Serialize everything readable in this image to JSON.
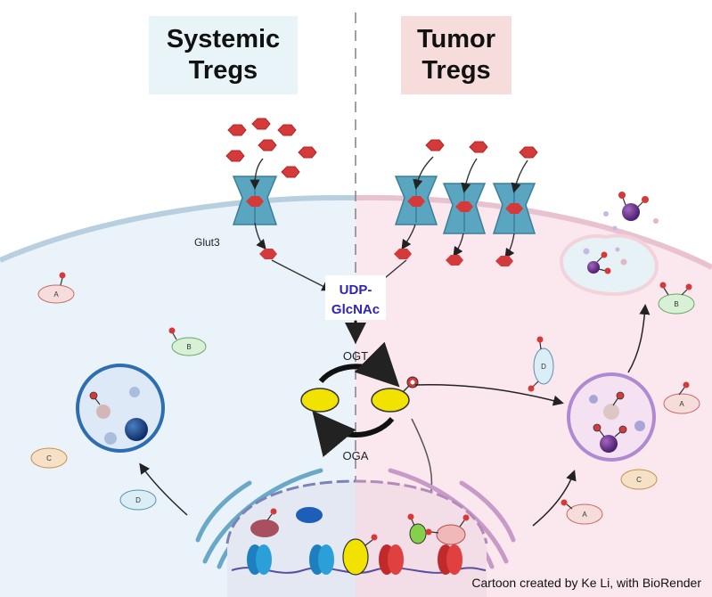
{
  "header": {
    "left_title": "Systemic\nTregs",
    "right_title": "Tumor\nTregs"
  },
  "labels": {
    "glut3": "Glut3",
    "udp_line1": "UDP-",
    "udp_line2": "GlcNAc",
    "ogt": "OGT",
    "oga": "OGA",
    "protein_a": "A",
    "protein_b": "B",
    "protein_c": "C",
    "protein_d": "D"
  },
  "credit": "Cartoon created by Ke Li, with BioRender",
  "colors": {
    "glucose": "#d43a3a",
    "transporter": "#5aa6c0",
    "udp_text": "#2e22b8",
    "ogt_enzyme": "#f2e200",
    "systemic_bg": "#eaf3fa",
    "tumor_bg": "#fbe7ee",
    "lysosome_left": "#2e6db0",
    "lysosome_right": "#b08ad0"
  }
}
